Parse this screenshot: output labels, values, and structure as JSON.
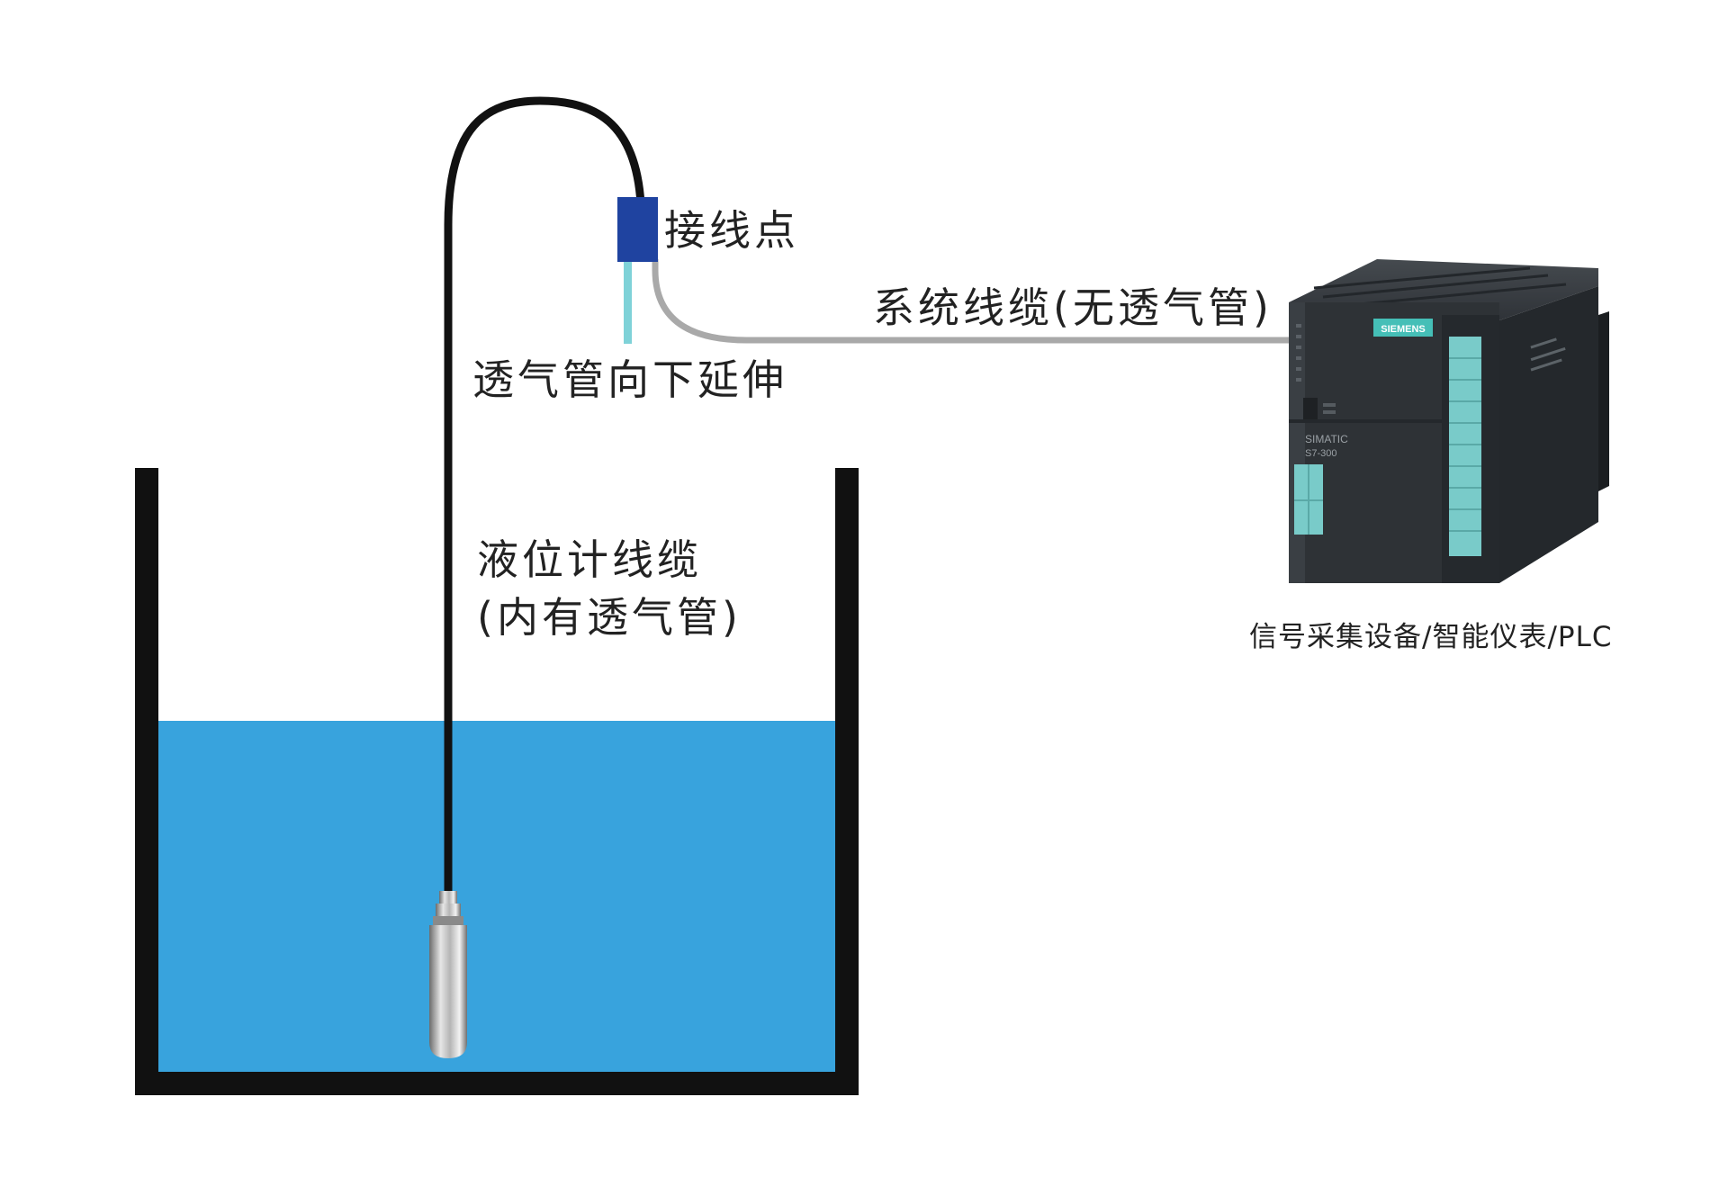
{
  "labels": {
    "junction": "接线点",
    "vent_tube": "透气管向下延伸",
    "system_cable": "系统线缆(无透气管)",
    "level_cable_line1": "液位计线缆",
    "level_cable_line2": "(内有透气管)",
    "device": "信号采集设备/智能仪表/PLC"
  },
  "plc_markings": {
    "brand": "SIEMENS",
    "series": "SIMATIC",
    "model": "S7-300"
  },
  "colors": {
    "water": "#38a3dd",
    "tank": "#111111",
    "junction_box": "#1f43a0",
    "vent_tube": "#7fd2d8",
    "system_cable": "#a9a9a9",
    "plc_body": "#2e3236",
    "plc_terminals": "#79cbc9"
  }
}
